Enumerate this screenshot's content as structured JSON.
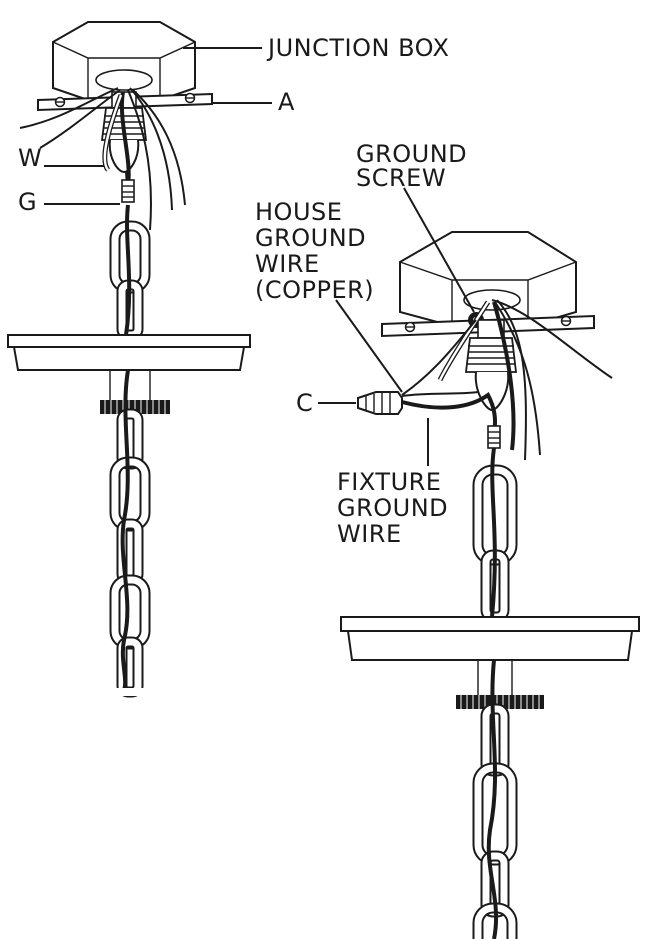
{
  "labels": {
    "junction_box": "JUNCTION BOX",
    "a": "A",
    "w": "W",
    "g": "G",
    "ground_screw_1": "GROUND",
    "ground_screw_2": "SCREW",
    "house_ground_1": "HOUSE",
    "house_ground_2": "GROUND",
    "house_ground_3": "WIRE",
    "house_ground_4": "(COPPER)",
    "c": "C",
    "fixture_ground_1": "FIXTURE",
    "fixture_ground_2": "GROUND",
    "fixture_ground_3": "WIRE"
  }
}
